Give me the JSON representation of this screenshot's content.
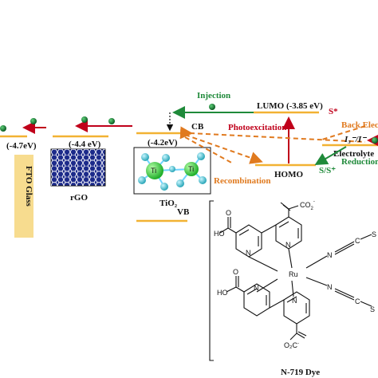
{
  "labels": {
    "fto_level": "(-4.7eV)",
    "fto_name": "FTO Glass",
    "rgo_level": "(-4.4 eV)",
    "rgo_name": "rGO",
    "tio2_level": "(-4.2eV)",
    "tio2_name": "TiO₂",
    "cb": "CB",
    "vb": "VB",
    "lumo": "LUMO (-3.85 eV)",
    "homo": "HOMO",
    "s_star": "S*",
    "s_ss": "S/S⁺",
    "injection": "Injection",
    "photoexcitation": "Photoexcitation",
    "recombination": "Recombination",
    "back_electron": "Back Elec",
    "redox": "I₃⁻/I⁻",
    "electrolyte": "Electrolyte",
    "reduction": "Reduction",
    "dye_name": "N-719 Dye",
    "ti_atom": "Ti"
  },
  "molecule": {
    "oh_top": "HO",
    "o_top": "O",
    "co2_top": "CO",
    "co2_top_sub": "2",
    "co2_top_sup": "-",
    "n1": "N",
    "n2": "N",
    "n3": "N",
    "n4": "N",
    "ru": "Ru",
    "ncs_n1": "N",
    "ncs_c1": "C",
    "ncs_s1": "S",
    "ncs_n2": "N",
    "ncs_c2": "C",
    "ncs_s2": "S",
    "oh_bot": "HO",
    "o_bot": "O",
    "co2_bot": "O₂C",
    "co2_bot_sup": "-"
  },
  "colors": {
    "level_line": "#f2b233",
    "red": "#c0001a",
    "green": "#1f8a3a",
    "orange": "#e07a1f",
    "fto_bar": "#f7dc8f",
    "rgo_fill": "#1c2a8a",
    "tio2_ball": "#4cd64c",
    "o_ball": "#3fc4d6"
  }
}
